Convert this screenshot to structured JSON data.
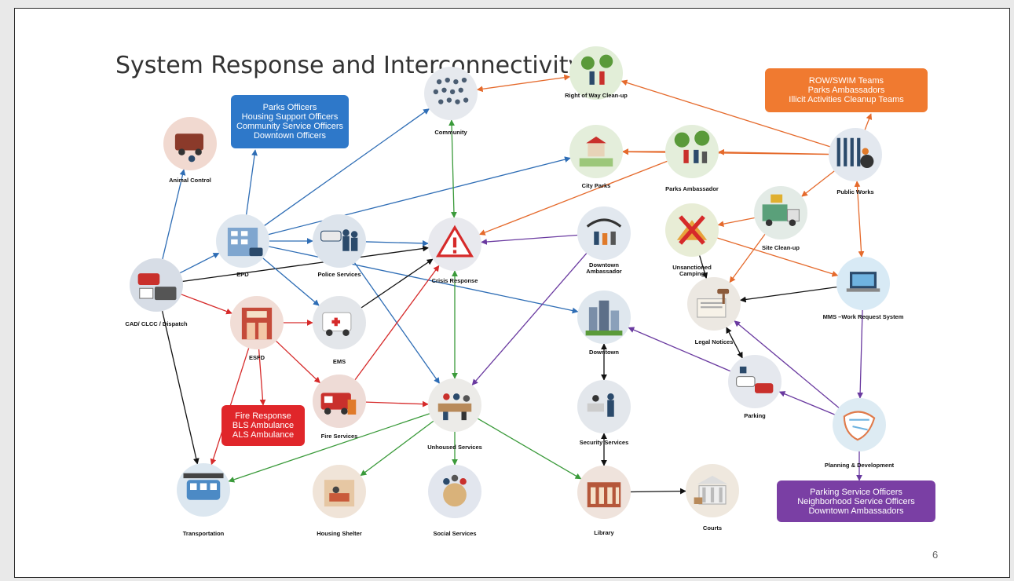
{
  "title": "System Response and Interconnectivity",
  "page_number": "6",
  "colors": {
    "blue": "#2e6db5",
    "green": "#3a9a3a",
    "red": "#d62a2a",
    "orange": "#e56a2c",
    "purple": "#6a3aa0",
    "black": "#111111"
  },
  "nodes": [
    {
      "id": "animal_control",
      "label": "Animal Control",
      "icon": "animal-control-icon",
      "bg": "#f1d9d0"
    },
    {
      "id": "cad",
      "label": "CAD/ CLCC / Dispatch",
      "icon": "dispatch-vehicles-icon",
      "bg": "#d7dde6"
    },
    {
      "id": "epd",
      "label": "EPD",
      "icon": "police-building-icon",
      "bg": "#dfe7ef"
    },
    {
      "id": "esfd",
      "label": "ESFD",
      "icon": "fire-station-icon",
      "bg": "#f1ddd6"
    },
    {
      "id": "police_services",
      "label": "Police Services",
      "icon": "police-officers-icon",
      "bg": "#dde4ec"
    },
    {
      "id": "ems",
      "label": "EMS",
      "icon": "ambulance-icon",
      "bg": "#e3e6ea"
    },
    {
      "id": "fire_services",
      "label": "Fire Services",
      "icon": "fire-truck-icon",
      "bg": "#eedbd6"
    },
    {
      "id": "community",
      "label": "Community",
      "icon": "crowd-icon",
      "bg": "#e6e9ee"
    },
    {
      "id": "crisis_response",
      "label": "Crisis Response",
      "icon": "warning-icon",
      "bg": "#e8e9ee"
    },
    {
      "id": "unhoused_services",
      "label": "Unhoused Services",
      "icon": "unhoused-services-icon",
      "bg": "#ecebe8"
    },
    {
      "id": "transportation",
      "label": "Transportation",
      "icon": "bus-icon",
      "bg": "#dce7f0"
    },
    {
      "id": "housing_shelter",
      "label": "Housing Shelter",
      "icon": "shelter-icon",
      "bg": "#f0e4d8"
    },
    {
      "id": "social_services",
      "label": "Social Services",
      "icon": "social-services-icon",
      "bg": "#e2e6ee"
    },
    {
      "id": "right_of_way",
      "label": "Right of Way Clean-up",
      "icon": "cleanup-crew-icon",
      "bg": "#e2eed8"
    },
    {
      "id": "city_parks",
      "label": "City Parks",
      "icon": "park-icon",
      "bg": "#e4eedb"
    },
    {
      "id": "downtown_ambassador",
      "label": "Downtown Ambassador",
      "icon": "ambassador-icon",
      "bg": "#e2e8ef"
    },
    {
      "id": "downtown",
      "label": "Downtown",
      "icon": "city-buildings-icon",
      "bg": "#dfe7ee"
    },
    {
      "id": "security_services",
      "label": "Security Services",
      "icon": "security-guard-icon",
      "bg": "#e3e7ec"
    },
    {
      "id": "library",
      "label": "Library",
      "icon": "library-building-icon",
      "bg": "#efe3dc"
    },
    {
      "id": "courts",
      "label": "Courts",
      "icon": "courthouse-icon",
      "bg": "#efe8de"
    },
    {
      "id": "parks_ambassador",
      "label": "Parks Ambassador",
      "icon": "parks-ambassador-icon",
      "bg": "#e4eedb"
    },
    {
      "id": "unsanctioned_camping",
      "label": "Unsanctioned Camping",
      "icon": "no-camping-icon",
      "bg": "#e8edd6"
    },
    {
      "id": "site_cleanup",
      "label": "Site Clean-up",
      "icon": "garbage-truck-icon",
      "bg": "#e3ebe6"
    },
    {
      "id": "public_works",
      "label": "Public Works",
      "icon": "public-works-icon",
      "bg": "#e3e8ef"
    },
    {
      "id": "mms",
      "label": "MMS  –Work Request System",
      "icon": "laptop-icon",
      "bg": "#d8eaf5"
    },
    {
      "id": "legal_notices",
      "label": "Legal Notices",
      "icon": "legal-documents-icon",
      "bg": "#ece8e2"
    },
    {
      "id": "parking",
      "label": "Parking",
      "icon": "parking-cars-icon",
      "bg": "#e5e8ee"
    },
    {
      "id": "planning",
      "label": "Planning & Development",
      "icon": "city-map-icon",
      "bg": "#ddebf3"
    }
  ],
  "callouts": {
    "police": [
      "Parks Officers",
      "Housing Support Officers",
      "Community Service Officers",
      "Downtown Officers"
    ],
    "public_works": [
      "ROW/SWIM Teams",
      "Parks Ambassadors",
      "Illicit Activities Cleanup Teams"
    ],
    "fire": [
      "Fire Response",
      "BLS Ambulance",
      "ALS Ambulance"
    ],
    "planning": [
      "Parking Service Officers",
      "Neighborhood Service Officers",
      "Downtown Ambassadors"
    ]
  },
  "connections": [
    {
      "from": "cad",
      "to": "animal_control",
      "color": "blue"
    },
    {
      "from": "cad",
      "to": "epd",
      "color": "blue"
    },
    {
      "from": "cad",
      "to": "esfd",
      "color": "red"
    },
    {
      "from": "cad",
      "to": "transportation",
      "color": "black"
    },
    {
      "from": "cad",
      "to": "crisis_response",
      "color": "black"
    },
    {
      "from": "epd",
      "to": "callout_police",
      "color": "blue"
    },
    {
      "from": "epd",
      "to": "community",
      "color": "blue"
    },
    {
      "from": "epd",
      "to": "police_services",
      "color": "blue"
    },
    {
      "from": "epd",
      "to": "ems",
      "color": "blue"
    },
    {
      "from": "epd",
      "to": "city_parks",
      "color": "blue"
    },
    {
      "from": "epd",
      "to": "downtown",
      "color": "blue"
    },
    {
      "from": "police_services",
      "to": "crisis_response",
      "color": "blue"
    },
    {
      "from": "police_services",
      "to": "unhoused_services",
      "color": "blue"
    },
    {
      "from": "esfd",
      "to": "ems",
      "color": "red"
    },
    {
      "from": "esfd",
      "to": "fire_services",
      "color": "red"
    },
    {
      "from": "esfd",
      "to": "callout_fire",
      "color": "red"
    },
    {
      "from": "esfd",
      "to": "transportation",
      "color": "red"
    },
    {
      "from": "fire_services",
      "to": "unhoused_services",
      "color": "red"
    },
    {
      "from": "fire_services",
      "to": "crisis_response",
      "color": "red"
    },
    {
      "from": "ems",
      "to": "crisis_response",
      "color": "black"
    },
    {
      "from": "community",
      "to": "crisis_response",
      "color": "green",
      "both": true
    },
    {
      "from": "crisis_response",
      "to": "unhoused_services",
      "color": "green",
      "both": true
    },
    {
      "from": "unhoused_services",
      "to": "transportation",
      "color": "green"
    },
    {
      "from": "unhoused_services",
      "to": "housing_shelter",
      "color": "green"
    },
    {
      "from": "unhoused_services",
      "to": "social_services",
      "color": "green"
    },
    {
      "from": "unhoused_services",
      "to": "library",
      "color": "green"
    },
    {
      "from": "right_of_way",
      "to": "community",
      "color": "orange",
      "both": true
    },
    {
      "from": "parks_ambassador",
      "to": "city_parks",
      "color": "orange"
    },
    {
      "from": "parks_ambassador",
      "to": "crisis_response",
      "color": "orange"
    },
    {
      "from": "downtown_ambassador",
      "to": "crisis_response",
      "color": "purple"
    },
    {
      "from": "downtown_ambassador",
      "to": "unhoused_services",
      "color": "purple"
    },
    {
      "from": "downtown",
      "to": "security_services",
      "color": "black",
      "both": true
    },
    {
      "from": "security_services",
      "to": "library",
      "color": "black",
      "both": true
    },
    {
      "from": "library",
      "to": "courts",
      "color": "black"
    },
    {
      "from": "public_works",
      "to": "callout_public_works",
      "color": "orange"
    },
    {
      "from": "public_works",
      "to": "right_of_way",
      "color": "orange"
    },
    {
      "from": "public_works",
      "to": "parks_ambassador",
      "color": "orange"
    },
    {
      "from": "public_works",
      "to": "city_parks",
      "color": "orange"
    },
    {
      "from": "public_works",
      "to": "site_cleanup",
      "color": "orange"
    },
    {
      "from": "public_works",
      "to": "mms",
      "color": "orange",
      "both": true
    },
    {
      "from": "site_cleanup",
      "to": "unsanctioned_camping",
      "color": "orange"
    },
    {
      "from": "site_cleanup",
      "to": "legal_notices",
      "color": "orange"
    },
    {
      "from": "unsanctioned_camping",
      "to": "mms",
      "color": "orange"
    },
    {
      "from": "unsanctioned_camping",
      "to": "legal_notices",
      "color": "black"
    },
    {
      "from": "mms",
      "to": "legal_notices",
      "color": "black"
    },
    {
      "from": "mms",
      "to": "planning",
      "color": "purple"
    },
    {
      "from": "legal_notices",
      "to": "parking",
      "color": "black",
      "both": true
    },
    {
      "from": "parking",
      "to": "downtown",
      "color": "purple"
    },
    {
      "from": "planning",
      "to": "parking",
      "color": "purple"
    },
    {
      "from": "planning",
      "to": "legal_notices",
      "color": "purple"
    },
    {
      "from": "planning",
      "to": "callout_planning",
      "color": "purple"
    }
  ]
}
